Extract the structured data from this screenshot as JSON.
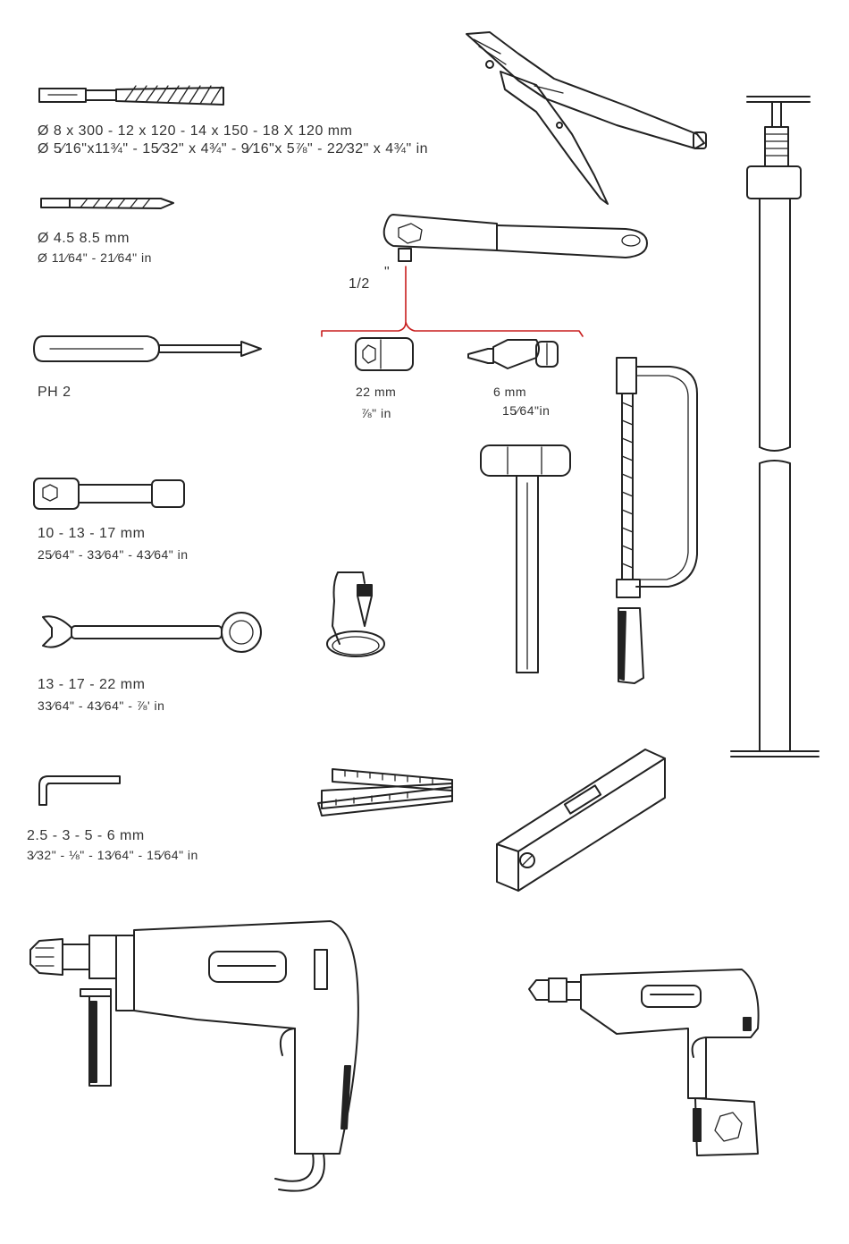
{
  "sds_drill_bit": {
    "mm_line": "Ø   8 x 300   -   12 x 120   -   14 x 150   -   18 X 120  mm",
    "in_line": "Ø  5⁄16\"x11¾\" -  15⁄32\" x 4¾\"  -   9⁄16\"x 5⅞\"  -   22⁄32\" x 4¾\" in"
  },
  "masonry_bit": {
    "mm_line": "Ø   4.5   8.5  mm",
    "in_line": "Ø    11⁄64\" - 21⁄64\"  in"
  },
  "screwdriver": {
    "label": "PH 2"
  },
  "ratchet": {
    "size_label": "1/2",
    "unit_mark": "\""
  },
  "socket": {
    "mm_label": "22 mm",
    "in_label": "⅞\" in"
  },
  "hex_bit": {
    "mm_label": "6 mm",
    "in_label": "15⁄64\"in"
  },
  "box_spanner": {
    "mm_line": "10  -  13  -  17   mm",
    "in_line": "25⁄64\" - 33⁄64\" - 43⁄64\" in"
  },
  "combination_wrench": {
    "mm_line": "13  -  17  -  22   mm",
    "in_line": "33⁄64\" - 43⁄64\" - ⅞' in"
  },
  "allen_key": {
    "mm_line": "2.5  -  3  -  5  -  6    mm",
    "in_line": "3⁄32\" - ⅛\" - 13⁄64\" - 15⁄64\" in"
  },
  "icons": [
    "sds-drill-bit-icon",
    "masonry-bit-icon",
    "screwdriver-icon",
    "box-spanner-icon",
    "combination-wrench-icon",
    "allen-key-icon",
    "locking-pliers-icon",
    "ratchet-icon",
    "socket-icon",
    "hex-bit-icon",
    "hammer-icon",
    "plumb-bob-icon",
    "hacksaw-icon",
    "folding-rule-icon",
    "spirit-level-icon",
    "telescopic-prop-icon",
    "hammer-drill-icon",
    "cordless-drill-icon"
  ],
  "colors": {
    "line": "#222222",
    "callout": "#c81e1e",
    "background": "#ffffff"
  }
}
